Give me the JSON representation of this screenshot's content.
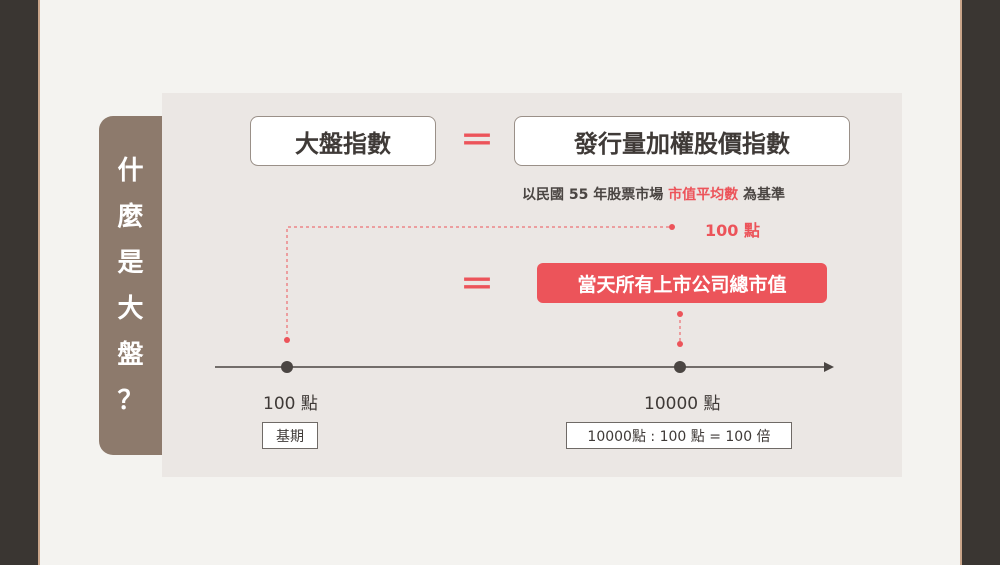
{
  "side_title": [
    "什",
    "麼",
    "是",
    "大",
    "盤",
    "？"
  ],
  "formula": {
    "left": "大盤指數",
    "equals": "＝",
    "right": "發行量加權股價指數"
  },
  "base_note": {
    "prefix": "以民國 55 年股票市場",
    "highlight": "市值平均數",
    "suffix": "為基準"
  },
  "base_points": "100 點",
  "second_equals": "＝",
  "today_value": "當天所有上市公司總市值",
  "axis": {
    "left_label": "100 點",
    "left_tag": "基期",
    "right_label": "10000 點",
    "right_tag": "10000點 : 100 點 = 100 倍"
  },
  "colors": {
    "accent": "#ec545a",
    "tab": "#8d7a6c",
    "panel": "#ebe7e4"
  }
}
